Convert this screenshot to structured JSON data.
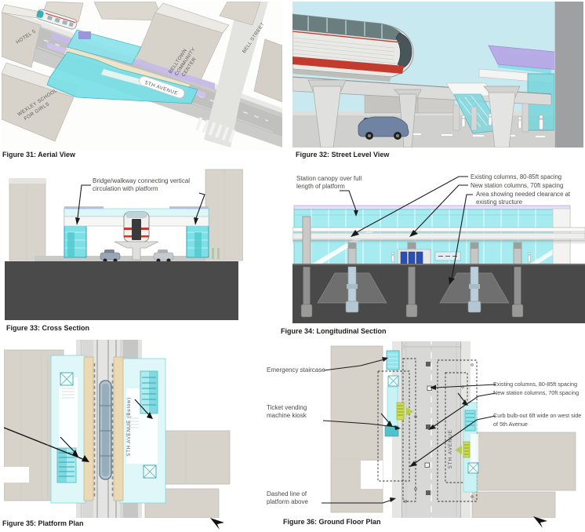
{
  "figures": {
    "fig31": {
      "caption": "Figure 31: Aerial View",
      "labels": {
        "hotel": "HOTEL 5",
        "school_line1": "WEXLEY SCHOOL",
        "school_line2": "FOR GIRLS",
        "community_line1": "BELLTOWN",
        "community_line2": "COMMUNITY",
        "community_line3": "CENTER",
        "bell_street": "BELL STREET",
        "fifth_avenue": "5TH AVENUE"
      }
    },
    "fig32": {
      "caption": "Figure 32: Street Level View"
    },
    "fig33": {
      "caption": "Figure 33: Cross Section",
      "annotations": {
        "bridge_walkway": "Bridge/walkway connecting vertical circulation with platform"
      }
    },
    "fig34": {
      "caption": "Figure 34: Longitudinal Section",
      "annotations": {
        "station_canopy": "Station canopy over full length of platform",
        "existing_columns": "Existing columns, 80-85ft spacing",
        "new_columns": "New station columns, 70ft spacing",
        "clearance": "Area showing needed clearance at existing structure"
      }
    },
    "fig35": {
      "caption": "Figure 35: Platform Plan",
      "labels": {
        "fifth_avenue": "5TH AVENUE (Below)"
      }
    },
    "fig36": {
      "caption": "Figure 36: Ground Floor Plan",
      "annotations": {
        "emergency_staircase": "Emergency staircase",
        "ticket_vending": "Ticket vending machine kiosk",
        "dashed_platform": "Dashed line of platform above",
        "existing_columns": "Existing columns, 80-85ft spacing",
        "new_columns": "New station columns, 70ft spacing",
        "curb_bulb_out": "Curb bulb-out 6ft wide on west side of 5th Avenue"
      },
      "labels": {
        "fifth_avenue": "5TH AVENUE"
      }
    },
    "colors": {
      "station_glass_cyan": "#7EE0E7",
      "canopy_lavender": "#C6B9E9",
      "building_gray": "#D6D2CA",
      "ground_dark": "#4A4A4A",
      "platform_tan": "#EBD9B3",
      "train_red_accent": "#C23B2E",
      "sky_blue": "#C9E9F0",
      "escalator_green": "#CBDC52"
    }
  }
}
